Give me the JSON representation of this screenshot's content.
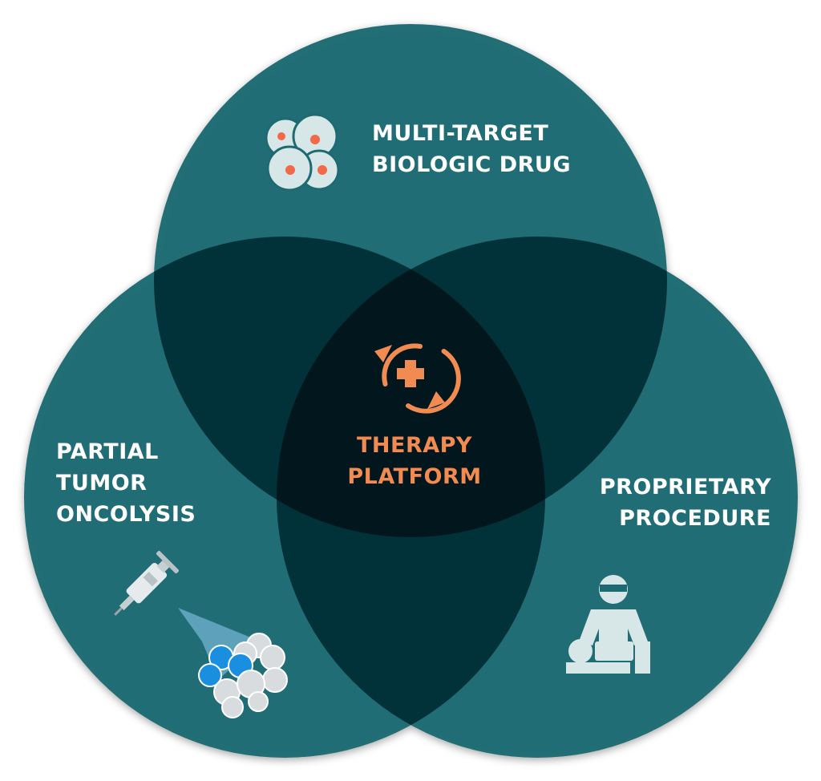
{
  "colors": {
    "circle_fill": "#1e6a73",
    "background": "#ffffff",
    "label_text": "#ffffff",
    "accent": "#f28b52",
    "icon_light": "#d7e6e6",
    "cell_dot": "#f2694a",
    "tumor_blue": "#1a8fe0",
    "tumor_gray": "#d9dcdf"
  },
  "sets": {
    "top": {
      "label_lines": [
        "MULTI-TARGET",
        "BIOLOGIC DRUG"
      ],
      "icon": "biologic-cells-icon"
    },
    "left": {
      "label_lines": [
        "PARTIAL",
        "TUMOR",
        "ONCOLYSIS"
      ],
      "icon": "injection-tumor-icon"
    },
    "right": {
      "label_lines": [
        "PROPRIETARY",
        "PROCEDURE"
      ],
      "icon": "surgeon-procedure-icon"
    }
  },
  "center": {
    "label_lines": [
      "THERAPY",
      "PLATFORM"
    ],
    "icon": "cycle-plus-icon"
  }
}
